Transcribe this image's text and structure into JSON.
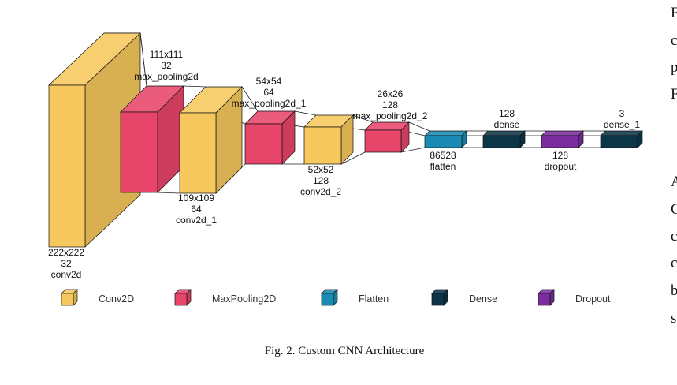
{
  "caption": "Fig. 2.  Custom CNN Architecture",
  "colors": {
    "Conv2D": "#f6c75c",
    "MaxPooling2D": "#e8456a",
    "Flatten": "#1a8bb5",
    "Dense": "#0c3547",
    "Dropout": "#7b2d9e"
  },
  "layers": [
    {
      "id": "conv2d",
      "type": "Conv2D",
      "dims": "222x222",
      "channels": "32",
      "name": "conv2d"
    },
    {
      "id": "max_pooling2d",
      "type": "MaxPooling2D",
      "dims": "111x111",
      "channels": "32",
      "name": "max_pooling2d"
    },
    {
      "id": "conv2d_1",
      "type": "Conv2D",
      "dims": "109x109",
      "channels": "64",
      "name": "conv2d_1"
    },
    {
      "id": "max_pooling2d_1",
      "type": "MaxPooling2D",
      "dims": "54x54",
      "channels": "64",
      "name": "max_pooling2d_1"
    },
    {
      "id": "conv2d_2",
      "type": "Conv2D",
      "dims": "52x52",
      "channels": "128",
      "name": "conv2d_2"
    },
    {
      "id": "max_pooling2d_2",
      "type": "MaxPooling2D",
      "dims": "26x26",
      "channels": "128",
      "name": "max_pooling2d_2"
    },
    {
      "id": "flatten",
      "type": "Flatten",
      "dims": "86528",
      "name": "flatten"
    },
    {
      "id": "dense",
      "type": "Dense",
      "dims": "128",
      "name": "dense"
    },
    {
      "id": "dropout",
      "type": "Dropout",
      "dims": "128",
      "name": "dropout"
    },
    {
      "id": "dense_1",
      "type": "Dense",
      "dims": "3",
      "name": "dense_1"
    }
  ],
  "legend": [
    {
      "type": "Conv2D",
      "label": "Conv2D"
    },
    {
      "type": "MaxPooling2D",
      "label": "MaxPooling2D"
    },
    {
      "type": "Flatten",
      "label": "Flatten"
    },
    {
      "type": "Dense",
      "label": "Dense"
    },
    {
      "type": "Dropout",
      "label": "Dropout"
    }
  ],
  "side_text": [
    "F",
    "c",
    "p",
    "F",
    "A",
    "C",
    "c",
    "c",
    "b",
    "s"
  ]
}
